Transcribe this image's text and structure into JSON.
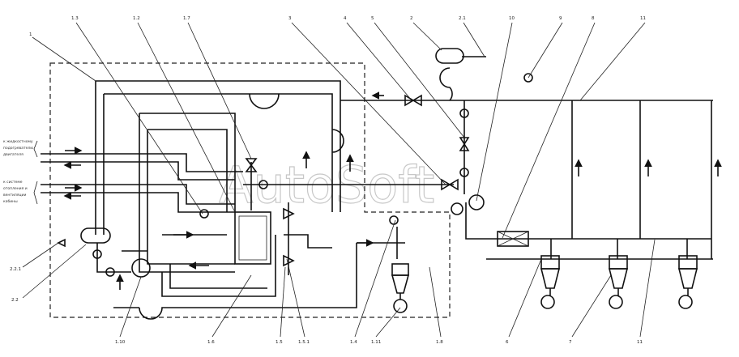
{
  "callouts": {
    "c1": "1",
    "c13": "1.3",
    "c12": "1.2",
    "c17": "1.7",
    "c3": "3",
    "c4": "4",
    "c5": "5",
    "c2": "2",
    "c21": "2.1",
    "c10": "10",
    "c9": "9",
    "c8": "8",
    "c11top": "11",
    "c221": "2.2.1",
    "c22": "2.2",
    "c110": "1.10",
    "c16": "1.6",
    "c15": "1.5",
    "c151": "1.5.1",
    "c14": "1.4",
    "c111": "1.11",
    "c18": "1.8",
    "c6": "6",
    "c7": "7",
    "c11bot": "11"
  },
  "side_notes": {
    "upper_1": "к жидкостному",
    "upper_2": "подогревателю",
    "upper_3": "двигателя",
    "lower_1": "к системе",
    "lower_2": "отопления и",
    "lower_3": "вентиляции",
    "lower_4": "кабины"
  },
  "watermark": "AutoSoft"
}
